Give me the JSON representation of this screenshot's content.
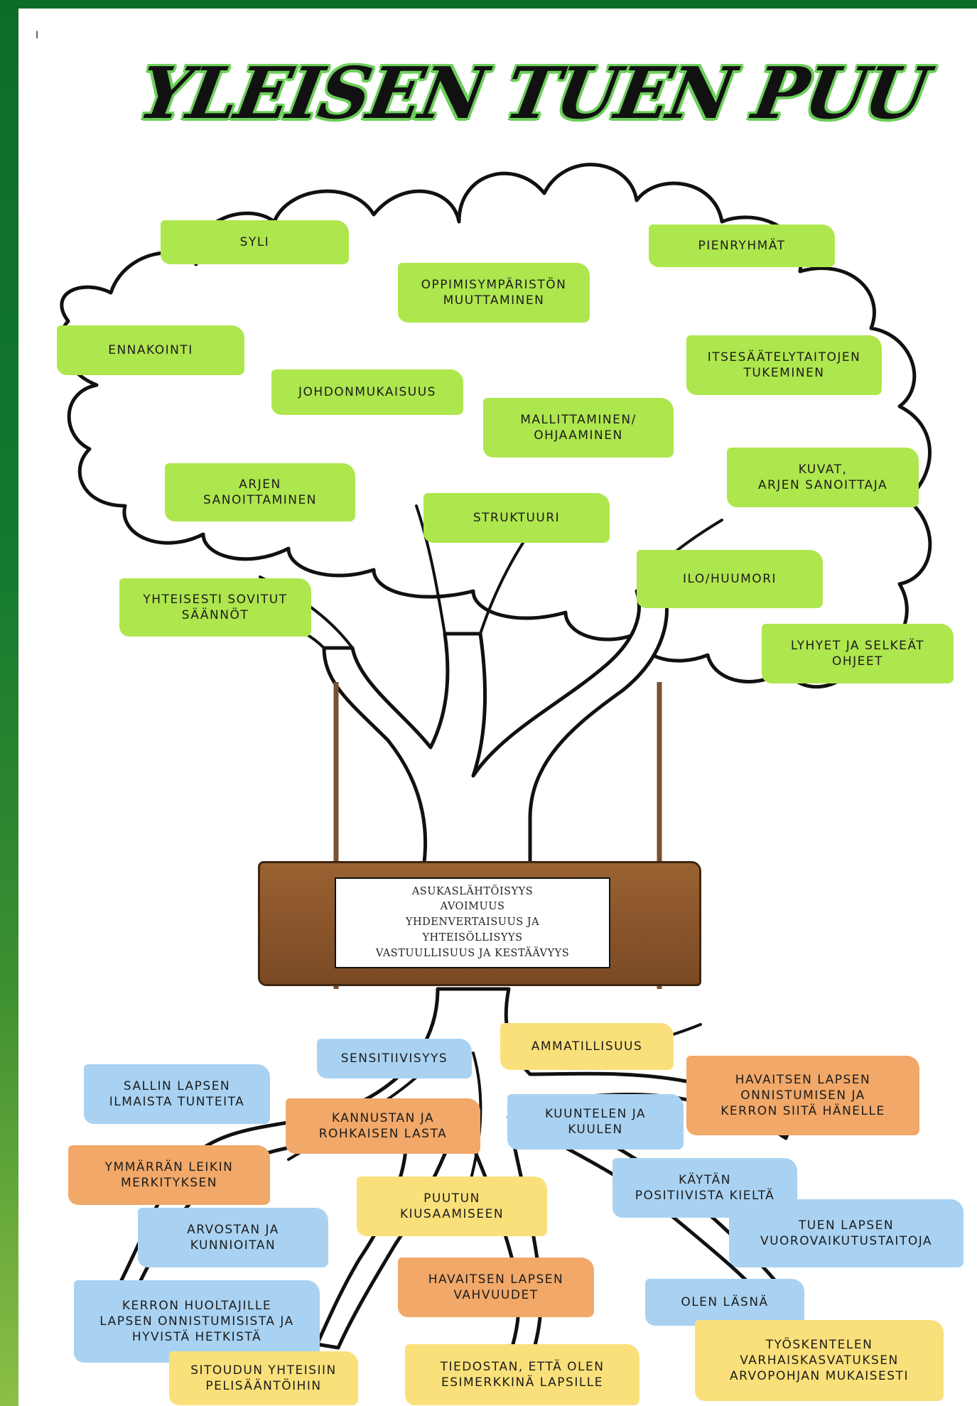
{
  "page_mark": "I",
  "title": "YLEISEN TUEN PUU",
  "colors": {
    "leaf_label": "#aee64e",
    "root_blue": "#a9d2f2",
    "root_orange": "#f1a869",
    "root_yellow": "#f9e07a",
    "board_wood": "#8a552b",
    "frame_green": "#147a2f"
  },
  "crown_labels": [
    "SYLI",
    "PIENRYHMÄT",
    "OPPIMISYMPÄRISTÖN\nMUUTTAMINEN",
    "ENNAKOINTI",
    "ITSESÄÄTELYTAITOJEN\nTUKEMINEN",
    "JOHDONMUKAISUUS",
    "MALLITTAMINEN/\nOHJAAMINEN",
    "KUVAT,\nARJEN SANOITTAJA",
    "ARJEN\nSANOITTAMINEN",
    "STRUKTUURI",
    "ILO/HUUMORI",
    "YHTEISESTI SOVITUT\nSÄÄNNÖT",
    "LYHYET JA SELKEÄT\nOHJEET"
  ],
  "board_lines": [
    "ASUKASLÄHTÖISYYS",
    "AVOIMUUS",
    "YHDENVERTAISUUS JA",
    "YHTEISÖLLISYYS",
    "VASTUULLISUUS JA KESTÄÄVYYS"
  ],
  "root_labels": [
    "SENSITIIVISYYS",
    "AMMATILLISUUS",
    "SALLIN LAPSEN\nILMAISTA TUNTEITA",
    "HAVAITSEN LAPSEN\nONNISTUMISEN JA\nKERRON SIITÄ HÄNELLE",
    "KANNUSTAN JA\nROHKAISEN LASTA",
    "KUUNTELEN JA\nKUULEN",
    "YMMÄRRÄN LEIKIN\nMERKITYKSEN",
    "KÄYTÄN\nPOSITIIVISTA KIELTÄ",
    "PUUTUN\nKIUSAAMISEEN",
    "ARVOSTAN JA\nKUNNIOITAN",
    "TUEN LAPSEN\nVUOROVAIKUTUSTAITOJA",
    "HAVAITSEN LAPSEN\nVAHVUUDET",
    "KERRON HUOLTAJILLE\nLAPSEN ONNISTUMISISTA JA\nHYVISTÄ HETKISTÄ",
    "OLEN LÄSNÄ",
    "SITOUDUN YHTEISIIN\nPELISÄÄNTÖIHIN",
    "TIEDOSTAN, ETTÄ OLEN\nESIMERKKINÄ LAPSILLE",
    "TYÖSKENTELEN\nVARHAISKASVATUKSEN\nARVOPOHJAN MUKAISESTI"
  ]
}
